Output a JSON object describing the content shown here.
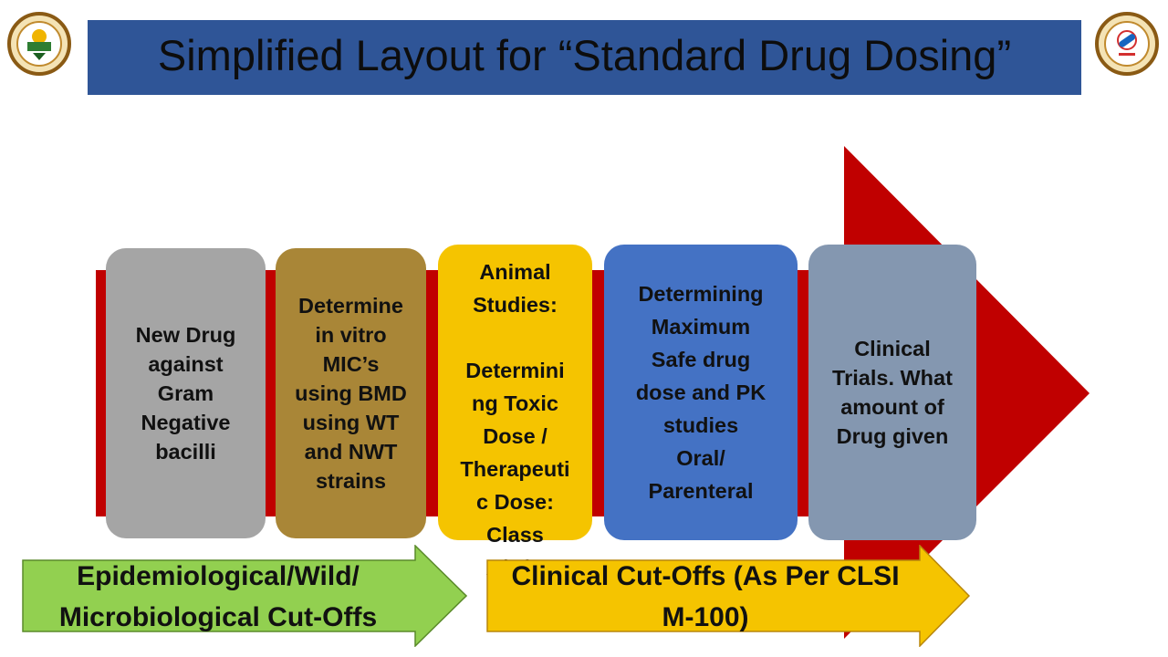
{
  "title": "Simplified Layout for “Standard Drug Dosing”",
  "colors": {
    "title_bar": "#2f5597",
    "main_arrow": "#c00000",
    "box1": "#a5a5a5",
    "box2": "#a98637",
    "box3": "#f5c400",
    "box4": "#4472c4",
    "box5": "#8497b0",
    "arrow_green": "#92d050",
    "arrow_yellow": "#f5c400"
  },
  "steps": [
    {
      "label": "New Drug\nagainst\nGram\nNegative\nbacilli"
    },
    {
      "label": "Determine\nin vitro\nMIC’s\nusing BMD\nusing WT\nand NWT\nstrains"
    },
    {
      "label": "Animal\nStudies:\n\nDetermini\nng Toxic\nDose /\nTherapeuti\nc Dose:\nClass\nA/B/C"
    },
    {
      "label": "Determining\nMaximum\nSafe drug\ndose and PK\nstudies\nOral/\nParenteral"
    },
    {
      "label": "Clinical\nTrials. What\namount of\nDrug given"
    }
  ],
  "bottom_arrows": [
    {
      "label": "Epidemiological/Wild/\nMicrobiological Cut-Offs"
    },
    {
      "label": "Clinical Cut-Offs (As Per CLSI\nM-100)"
    }
  ],
  "icons": {
    "left_logo": "institute-seal-icon",
    "right_logo": "stewardship-program-seal-icon"
  }
}
